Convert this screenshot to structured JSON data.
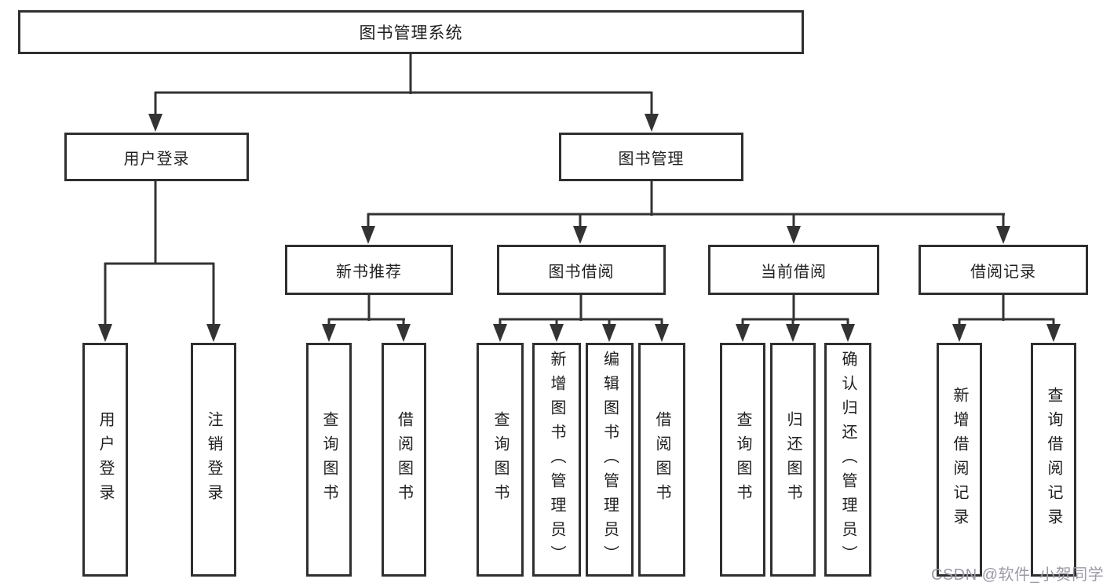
{
  "tree": {
    "root": {
      "label": "图书管理系统"
    },
    "branches": [
      {
        "label": "用户登录",
        "children": [
          {
            "label": "用户登录"
          },
          {
            "label": "注销登录"
          }
        ]
      },
      {
        "label": "图书管理",
        "groups": [
          {
            "label": "新书推荐",
            "children": [
              {
                "label": "查询图书"
              },
              {
                "label": "借阅图书"
              }
            ]
          },
          {
            "label": "图书借阅",
            "children": [
              {
                "label": "查询图书"
              },
              {
                "label": "新增图书（管理员）"
              },
              {
                "label": "编辑图书（管理员）"
              },
              {
                "label": "借阅图书"
              }
            ]
          },
          {
            "label": "当前借阅",
            "children": [
              {
                "label": "查询图书"
              },
              {
                "label": "归还图书"
              },
              {
                "label": "确认归还（管理员）"
              }
            ]
          },
          {
            "label": "借阅记录",
            "children": [
              {
                "label": "新增借阅记录"
              },
              {
                "label": "查询借阅记录"
              }
            ]
          }
        ]
      }
    ]
  },
  "watermark": "CSDN @软件_小贺同学",
  "colors": {
    "line": "#333333",
    "box_border": "#2f2f2f",
    "text": "#1f1f1f",
    "watermark_text": "#9b9ba7",
    "background": "#ffffff"
  }
}
